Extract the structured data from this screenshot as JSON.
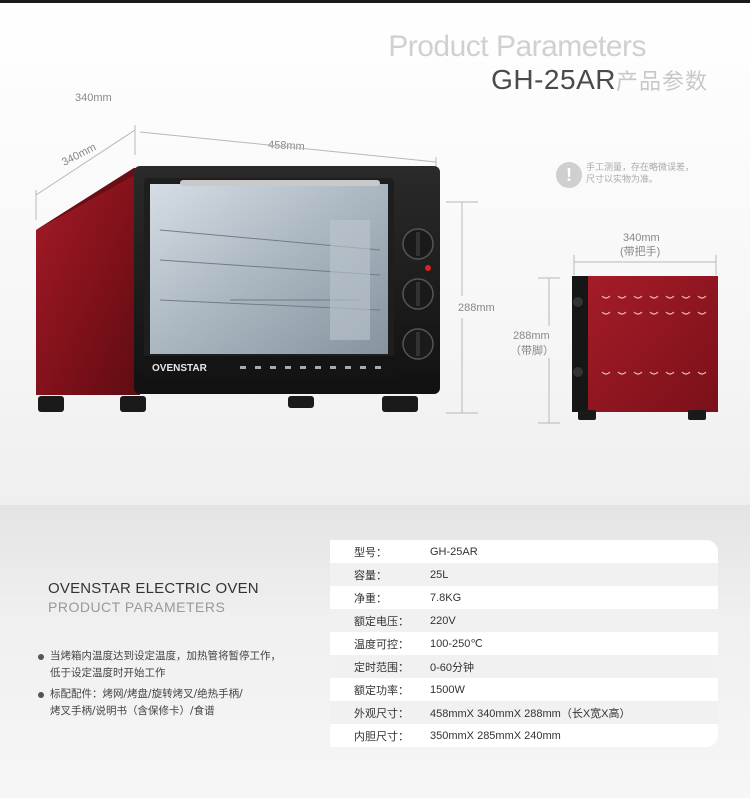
{
  "header": {
    "title_en": "Product Parameters",
    "model": "GH-25AR",
    "title_cn": "产品参数"
  },
  "dimensions": {
    "front_depth_top": "340mm",
    "front_depth": "340mm",
    "front_width": "458mm",
    "front_height": "288mm",
    "side_width": "340mm",
    "side_width_note": "(带把手)",
    "side_height": "288mm",
    "side_height_note": "（带脚）"
  },
  "note": {
    "icon": "exclamation-icon",
    "line1": "手工测量，存在略微误差，",
    "line2": "尺寸以实物为准。"
  },
  "oven": {
    "brand_label": "OVENSTAR",
    "body_color": "#8b1420",
    "side_color": "#9a1a24"
  },
  "product": {
    "name": "OVENSTAR ELECTRIC OVEN",
    "subtitle": "PRODUCT PARAMETERS"
  },
  "bullets": [
    {
      "line1": "当烤箱内温度达到设定温度，加热管将暂停工作，",
      "line2": "低于设定温度时开始工作"
    },
    {
      "line1": "标配配件：烤网/烤盘/旋转烤叉/绝热手柄/",
      "line2": "烤叉手柄/说明书（含保修卡）/食谱"
    }
  ],
  "specs": [
    {
      "label": "型号：",
      "value": "GH-25AR"
    },
    {
      "label": "容量：",
      "value": "25L"
    },
    {
      "label": "净重：",
      "value": "7.8KG"
    },
    {
      "label": "额定电压：",
      "value": "220V"
    },
    {
      "label": "温度可控：",
      "value": "100-250℃"
    },
    {
      "label": "定时范围：",
      "value": "0-60分钟"
    },
    {
      "label": "额定功率：",
      "value": "1500W"
    },
    {
      "label": "外观尺寸：",
      "value": "458mmX 340mmX 288mm（长X宽X高）"
    },
    {
      "label": "内胆尺寸：",
      "value": "350mmX 285mmX 240mm"
    }
  ]
}
